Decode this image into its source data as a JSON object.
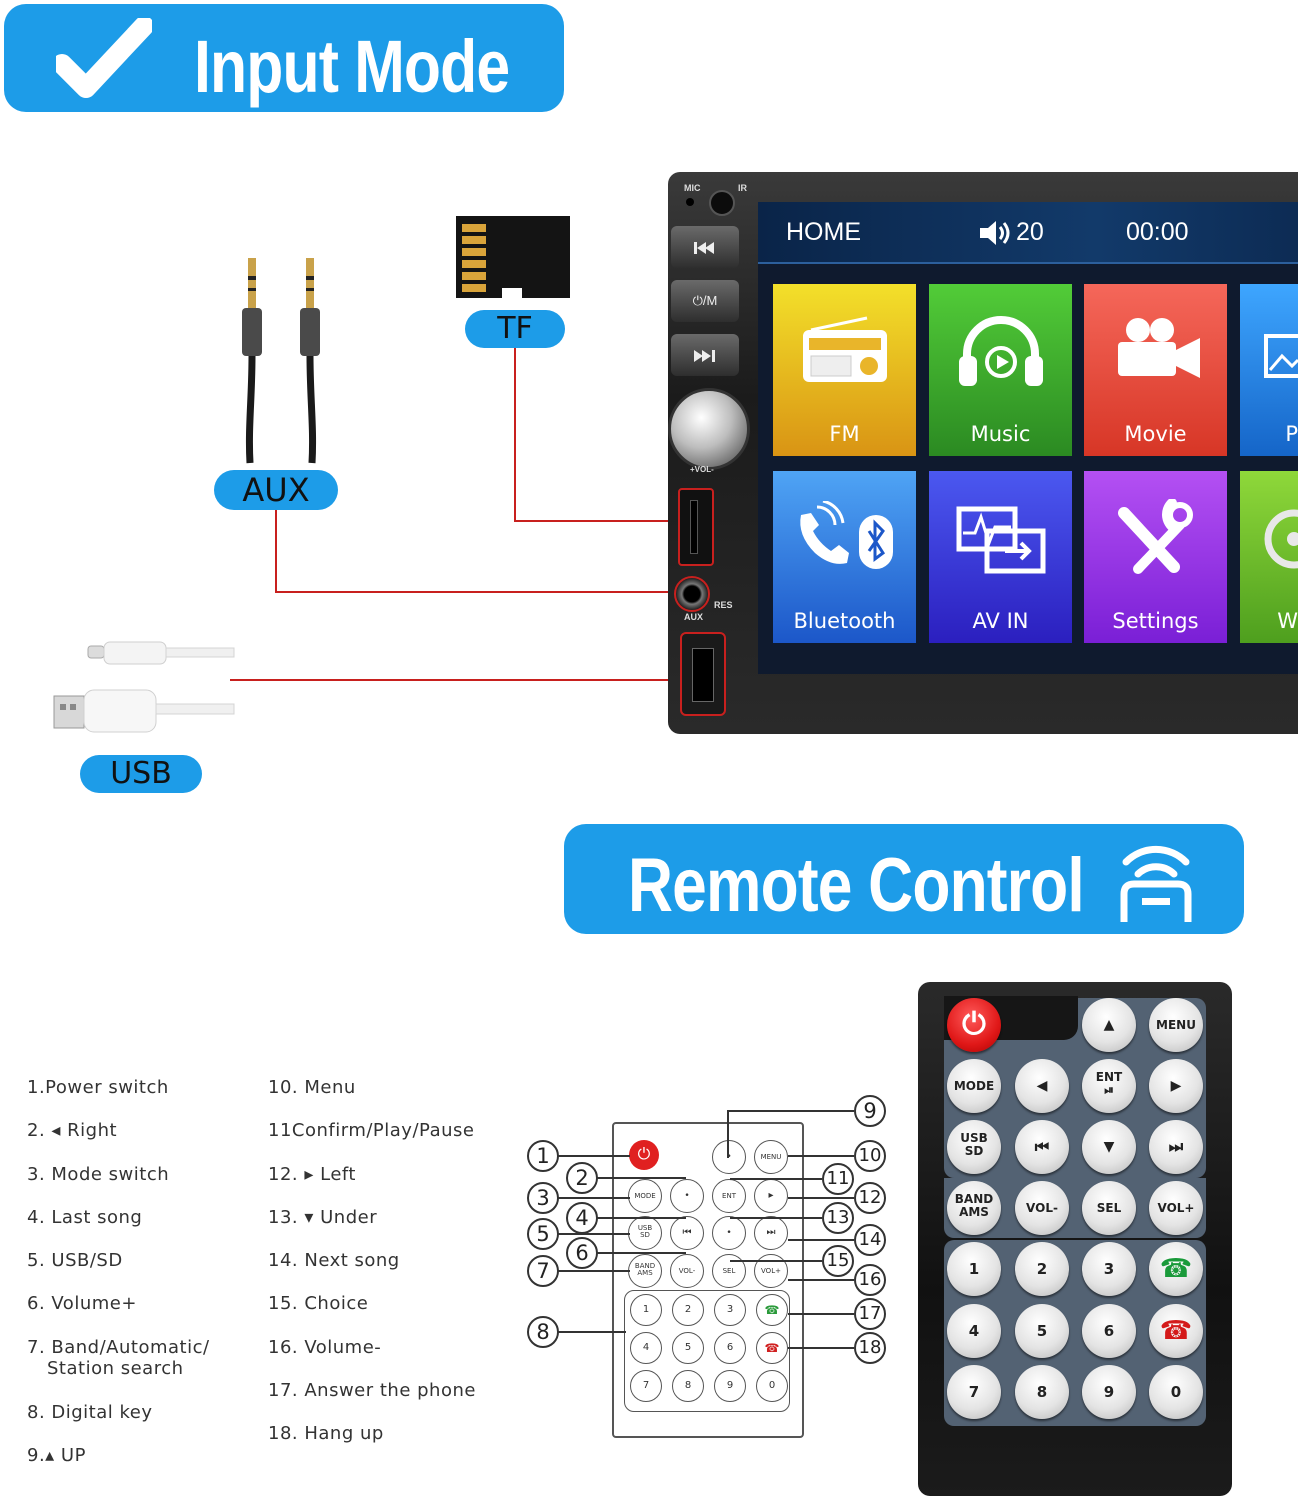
{
  "input_banner": {
    "title": "Input Mode"
  },
  "labels": {
    "aux": "AUX",
    "tf": "TF",
    "usb": "USB"
  },
  "head_unit": {
    "mic": "MIC",
    "ir": "IR",
    "vol": "+VOL-",
    "power_mode": "⏻/M",
    "res": "RES",
    "aux_port": "AUX",
    "status": {
      "home": "HOME",
      "volume": "20",
      "time": "00:00"
    },
    "tiles": [
      {
        "label": "FM",
        "color": "#e8b21c",
        "icon": "radio-icon"
      },
      {
        "label": "Music",
        "color": "#3fae2a",
        "icon": "headphones-icon"
      },
      {
        "label": "Movie",
        "color": "#e3483a",
        "icon": "camera-icon"
      },
      {
        "label": "P",
        "color": "#1f86e0",
        "icon": "photo-icon"
      },
      {
        "label": "Bluetooth",
        "color": "#2a6fdc",
        "icon": "bluetooth-phone-icon"
      },
      {
        "label": "AV IN",
        "color": "#3a36d8",
        "icon": "av-in-icon"
      },
      {
        "label": "Settings",
        "color": "#8a2fe0",
        "icon": "wrench-icon"
      },
      {
        "label": "W",
        "color": "#6db82a",
        "icon": "steering-wheel-icon"
      }
    ]
  },
  "remote_banner": {
    "title": "Remote Control"
  },
  "legend_left": [
    "1.Power switch",
    "2. ◂ Right",
    "3. Mode switch",
    "4. Last song",
    "5. USB/SD",
    "6. Volume+",
    "7. Band/Automatic/",
    "Station search",
    "8. Digital key",
    "9.▴ UP"
  ],
  "legend_right": [
    "10. Menu",
    "11Confirm/Play/Pause",
    "12. ▸ Left",
    "13. ▾ Under",
    "14. Next song",
    "15. Choice",
    "16. Volume-",
    "17. Answer the phone",
    "18. Hang up"
  ],
  "callouts": [
    "1",
    "2",
    "3",
    "4",
    "5",
    "6",
    "7",
    "8",
    "9",
    "10",
    "11",
    "12",
    "13",
    "14",
    "15",
    "16",
    "17",
    "18"
  ],
  "remote": {
    "menu": "MENU",
    "mode": "MODE",
    "usb_sd": "USB\nSD",
    "band_ams": "BAND\nAMS",
    "ent": "ENT",
    "vol_minus": "VOL-",
    "sel": "SEL",
    "vol_plus": "VOL+",
    "digits": [
      "1",
      "2",
      "3",
      "4",
      "5",
      "6",
      "7",
      "8",
      "9",
      "0"
    ]
  }
}
